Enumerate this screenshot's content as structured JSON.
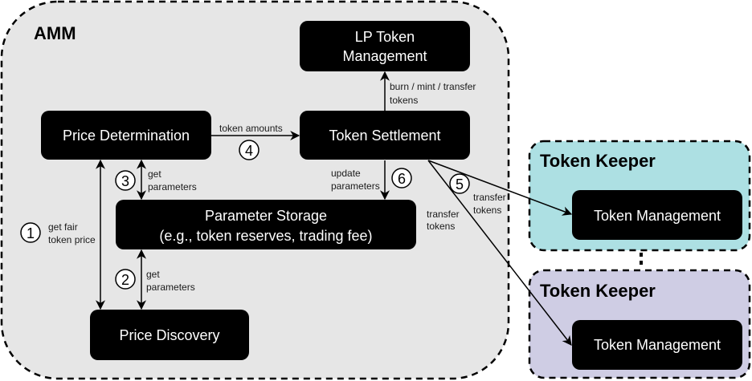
{
  "colors": {
    "amm_bg": "#e6e6e6",
    "keeper1_bg": "#ade0e3",
    "keeper2_bg": "#cfcde4",
    "box_bg": "#000000",
    "box_text": "#ffffff",
    "border": "#000000"
  },
  "groups": {
    "amm": {
      "title": "AMM"
    },
    "keeper_1": {
      "title": "Token Keeper"
    },
    "keeper_2": {
      "title": "Token Keeper"
    }
  },
  "boxes": {
    "lp_token": {
      "lines": [
        "LP Token",
        "Management"
      ]
    },
    "price_determination": {
      "lines": [
        "Price Determination"
      ]
    },
    "token_settlement": {
      "lines": [
        "Token Settlement"
      ]
    },
    "parameter_storage": {
      "lines": [
        "Parameter Storage",
        "(e.g., token reserves, trading fee)"
      ]
    },
    "price_discovery": {
      "lines": [
        "Price Discovery"
      ]
    },
    "token_mgmt_1": {
      "lines": [
        "Token Management"
      ]
    },
    "token_mgmt_2": {
      "lines": [
        "Token Management"
      ]
    }
  },
  "edges": {
    "step1": {
      "number": "1",
      "label": [
        "get fair",
        "token price"
      ]
    },
    "step2": {
      "number": "2",
      "label": [
        "get",
        "parameters"
      ]
    },
    "step3": {
      "number": "3",
      "label": [
        "get",
        "parameters"
      ]
    },
    "step4": {
      "number": "4",
      "label": [
        "token amounts"
      ]
    },
    "step5": {
      "number": "5",
      "label_a": [
        "transfer",
        "tokens"
      ],
      "label_b": [
        "transfer",
        "tokens"
      ]
    },
    "step6": {
      "number": "6",
      "label": [
        "update",
        "parameters"
      ]
    },
    "lp_edge": {
      "label": [
        "burn / mint / transfer",
        "tokens"
      ]
    }
  }
}
